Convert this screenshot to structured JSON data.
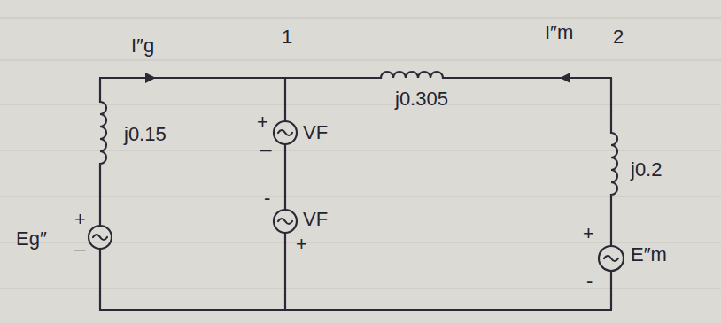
{
  "diagram": {
    "labels": [
      "I″g",
      "1",
      "I″m",
      "2",
      "j0.15",
      "+",
      "_",
      "VF",
      "j0.305",
      "j0.2",
      "-",
      "VF",
      "+",
      "Eg″",
      "+",
      "_",
      "+",
      "E″m",
      "-"
    ]
  }
}
